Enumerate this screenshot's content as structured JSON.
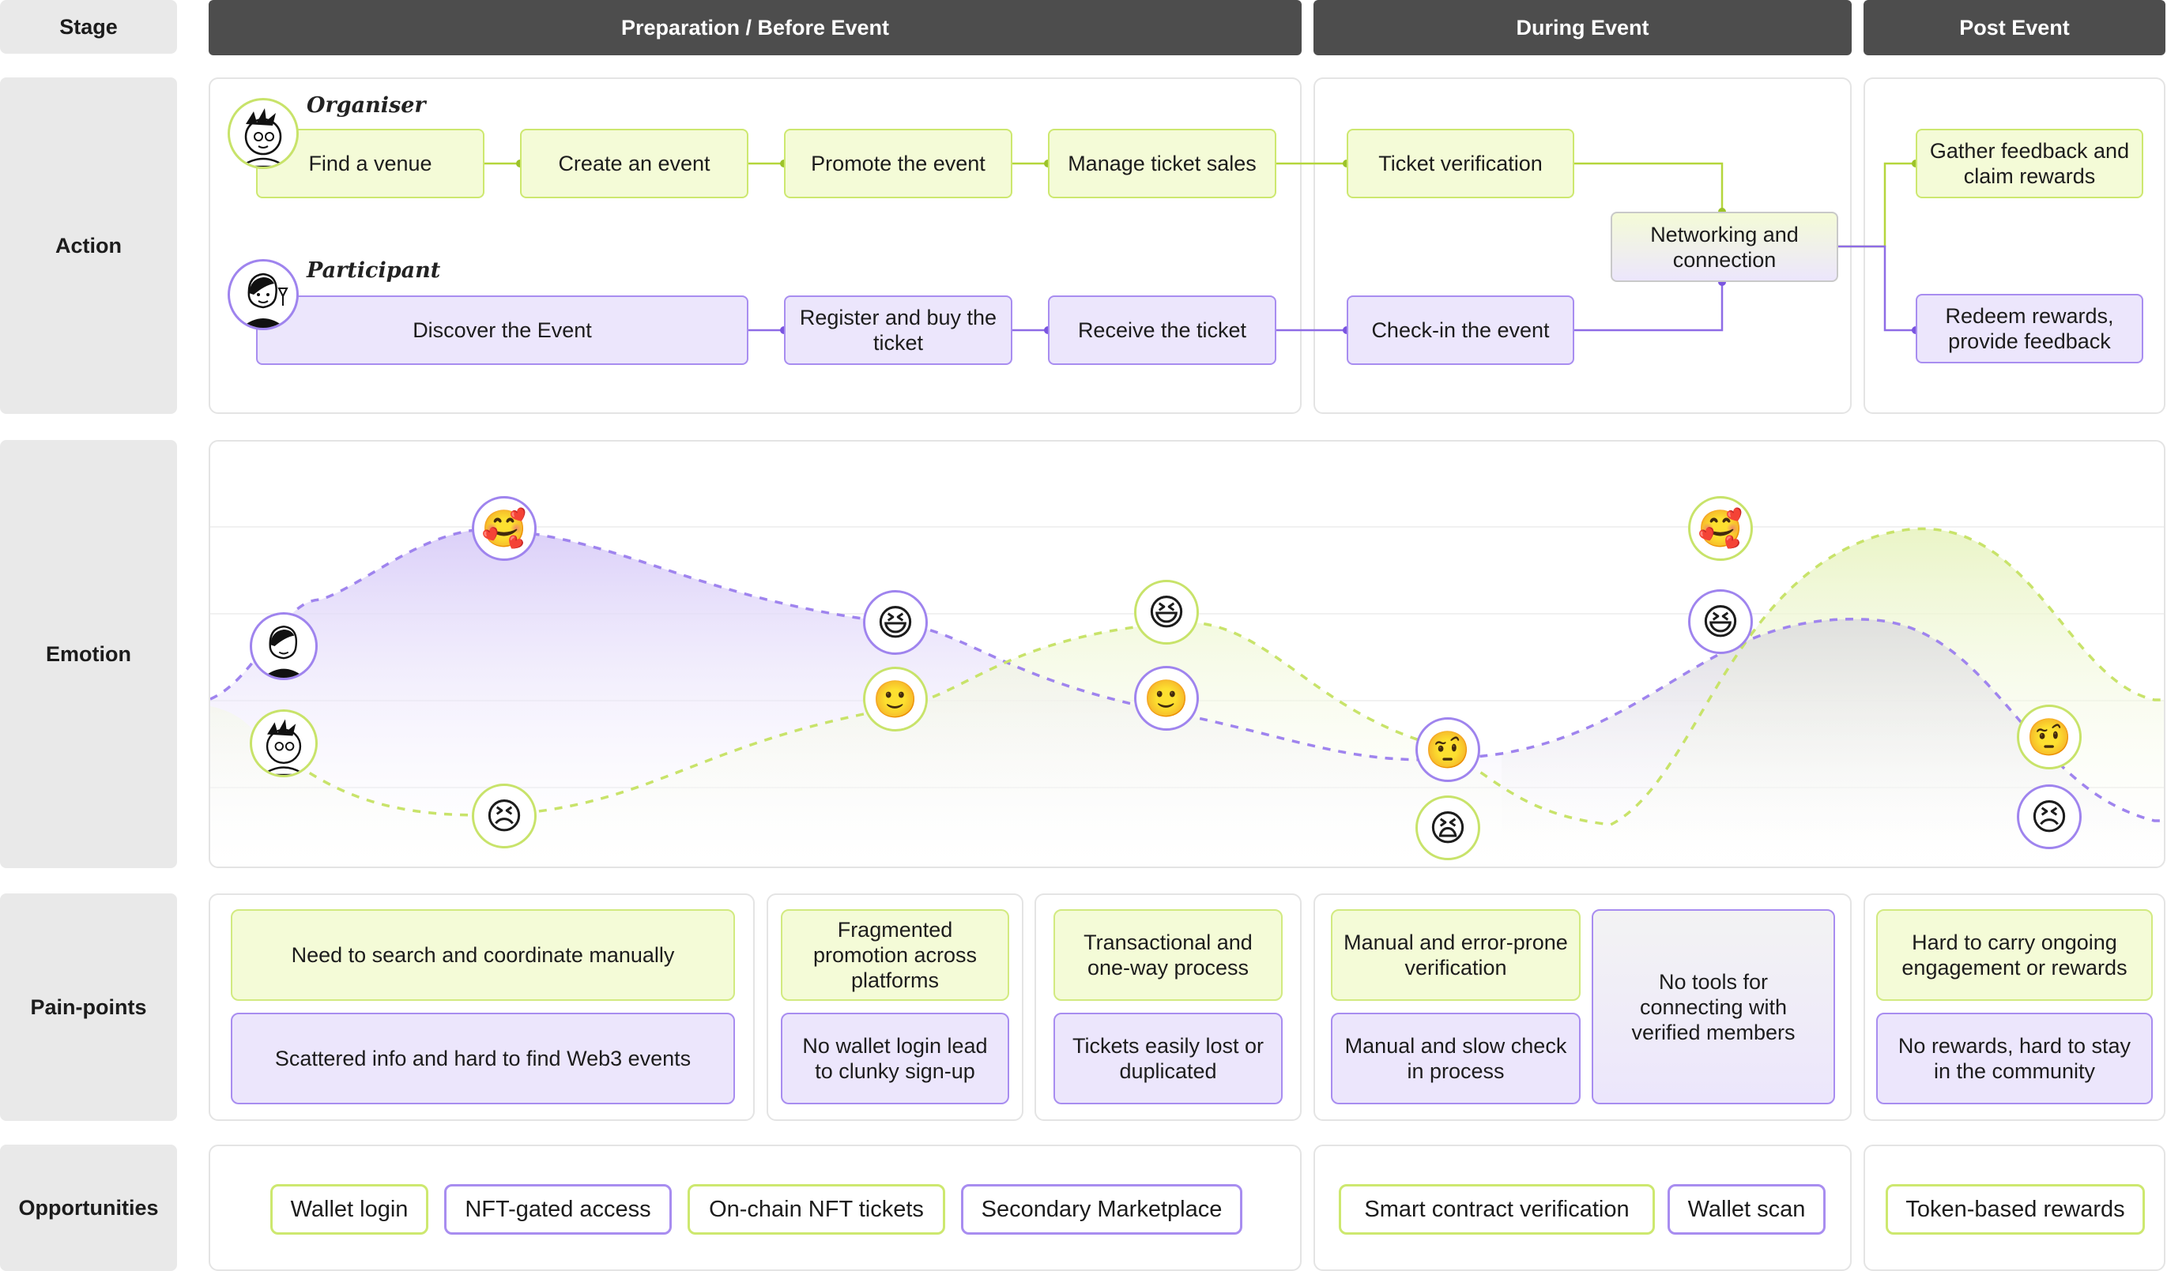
{
  "rows": {
    "stage": "Stage",
    "action": "Action",
    "emotion": "Emotion",
    "pain_points": "Pain-points",
    "opportunities": "Opportunities"
  },
  "stages": [
    "Preparation / Before Event",
    "During Event",
    "Post Event"
  ],
  "personas": {
    "organiser": "Organiser",
    "participant": "Participant"
  },
  "actions": {
    "organiser": [
      "Find a venue",
      "Create an event",
      "Promote the event",
      "Manage ticket sales",
      "Ticket verification"
    ],
    "participant": [
      "Discover the Event",
      "Register and buy the ticket",
      "Receive the ticket",
      "Check-in the event"
    ],
    "shared": "Networking and connection",
    "post_organiser": "Gather feedback and claim rewards",
    "post_participant": "Redeem rewards, provide feedback"
  },
  "emotions": {
    "organiser": [
      "😣",
      "🙂",
      "😆",
      "😫",
      "🥰",
      "🤨"
    ],
    "participant": [
      "🥰",
      "😆",
      "🙂",
      "🤨",
      "😆",
      "😣"
    ]
  },
  "pain_points": {
    "prep_1_organiser": "Need to search and coordinate manually",
    "prep_1_participant": "Scattered info and hard to find Web3 events",
    "prep_2_organiser": "Fragmented promotion across platforms",
    "prep_2_participant": "No wallet login lead to clunky sign-up",
    "prep_3_organiser": "Transactional and one-way process",
    "prep_3_participant": "Tickets easily lost or duplicated",
    "during_organiser": "Manual and error-prone verification",
    "during_participant": "Manual and slow check in process",
    "during_shared": "No tools for connecting with verified members",
    "post_organiser": "Hard to carry ongoing engagement or rewards",
    "post_participant": "No rewards, hard to stay in the community"
  },
  "opportunities": [
    "Wallet login",
    "NFT-gated access",
    "On-chain NFT tickets",
    "Secondary Marketplace",
    "Smart contract verification",
    "Wallet scan",
    "Token-based rewards"
  ],
  "colors": {
    "organiser": "#cde86f",
    "participant": "#a88df0",
    "stage_bar": "#4d4d4d",
    "row_label": "#e9e9e9"
  }
}
